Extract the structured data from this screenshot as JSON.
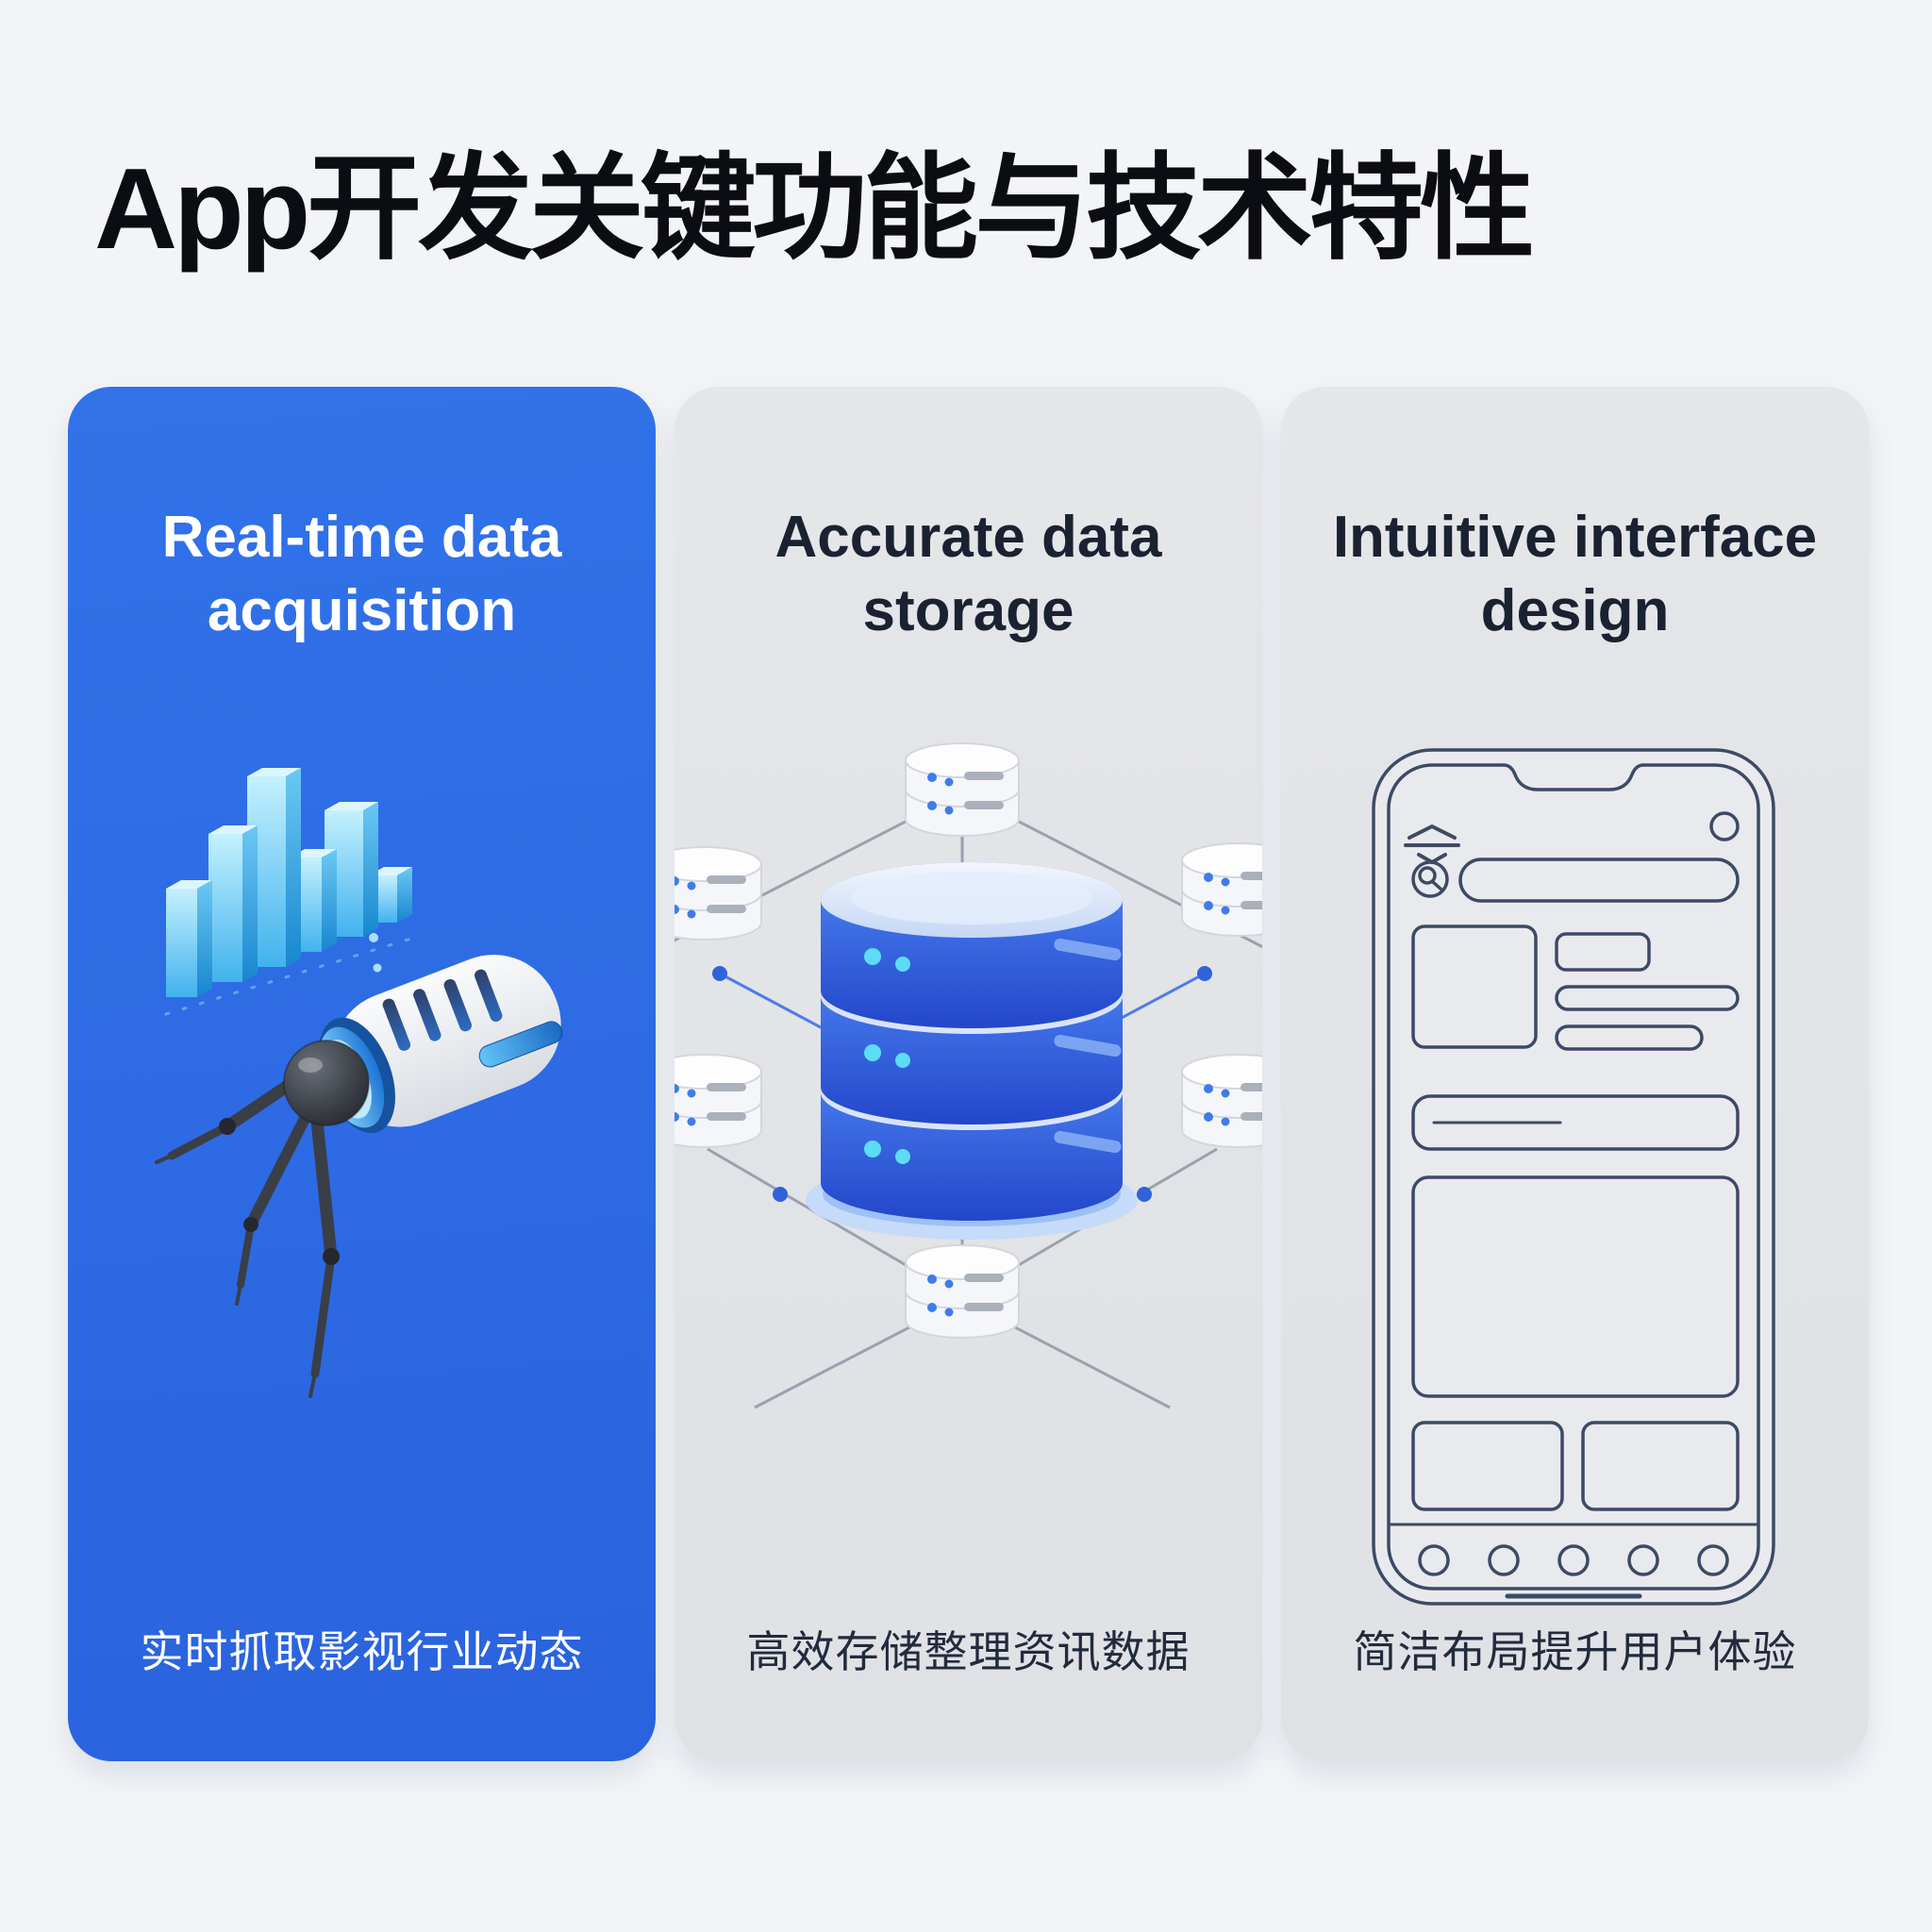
{
  "page": {
    "title": "App开发关键功能与技术特性",
    "background_color": "#f3f4f7",
    "title_color": "#0b0d12"
  },
  "colors": {
    "accent_blue": "#2c6ae4",
    "card_gray": "#e3e4e7",
    "heading_dark": "#1a2232",
    "wireframe_stroke": "#3d4a63",
    "bar_cyan": "#41b2ee",
    "network_line_gray": "#99a2ae",
    "network_line_blue": "#4e7ce9",
    "db_dot_cyan": "#5ddcf5"
  },
  "cards": [
    {
      "heading": "Real-time data acquisition",
      "caption": "实时抓取影视行业动态",
      "bg": "linear-gradient(175deg,#3172e9 0%,#2a63de 100%)",
      "heading_color": "#ffffff",
      "caption_color": "#ffffff",
      "illustration": "crawler-bot-with-bar-chart"
    },
    {
      "heading": "Accurate data storage",
      "caption": "高效存储整理资讯数据",
      "bg": "linear-gradient(180deg,#e5e6e9 0%,#dfe1e5 100%)",
      "heading_color": "#1a2232",
      "caption_color": "#222b3d",
      "illustration": "database-network"
    },
    {
      "heading": "Intuitive interface design",
      "caption": "简洁布局提升用户体验",
      "bg": "linear-gradient(180deg,#e5e6e9 0%,#dfe1e5 100%)",
      "heading_color": "#1a2232",
      "caption_color": "#222b3d",
      "illustration": "phone-wireframe"
    }
  ]
}
